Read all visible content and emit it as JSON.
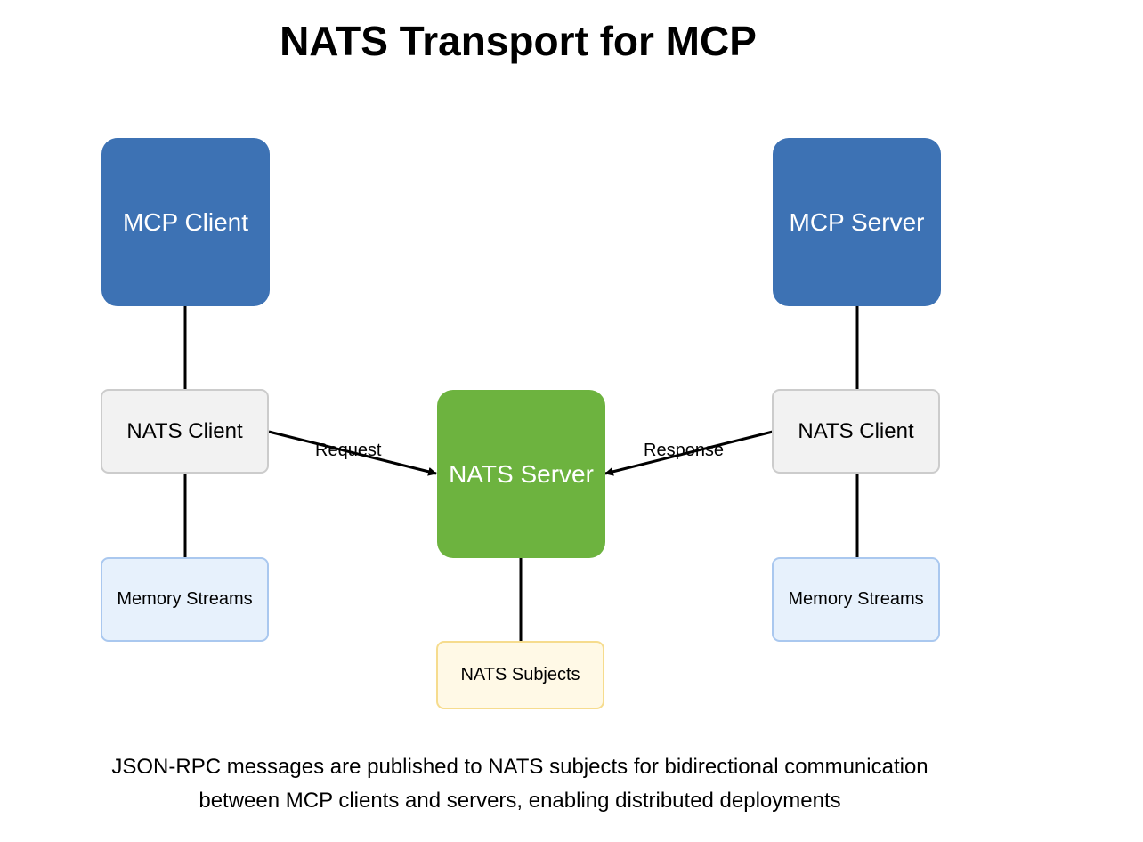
{
  "title": "NATS Transport for MCP",
  "nodes": {
    "mcp_client": "MCP Client",
    "mcp_server": "MCP Server",
    "nats_client_left": "NATS Client",
    "nats_client_right": "NATS Client",
    "nats_server": "NATS Server",
    "memory_streams_left": "Memory Streams",
    "memory_streams_right": "Memory Streams",
    "nats_subjects": "NATS Subjects"
  },
  "edges": {
    "request_label": "Request",
    "response_label": "Response"
  },
  "caption": {
    "line1": "JSON-RPC messages are published to NATS subjects for bidirectional communication",
    "line2": "between MCP clients and servers, enabling distributed deployments"
  },
  "colors": {
    "mcp_box": "#3d72b4",
    "nats_server_box": "#6db33f",
    "nats_client_box": "#f2f2f2",
    "memory_streams_box": "#e7f1fc",
    "nats_subjects_box": "#fff9e6"
  }
}
